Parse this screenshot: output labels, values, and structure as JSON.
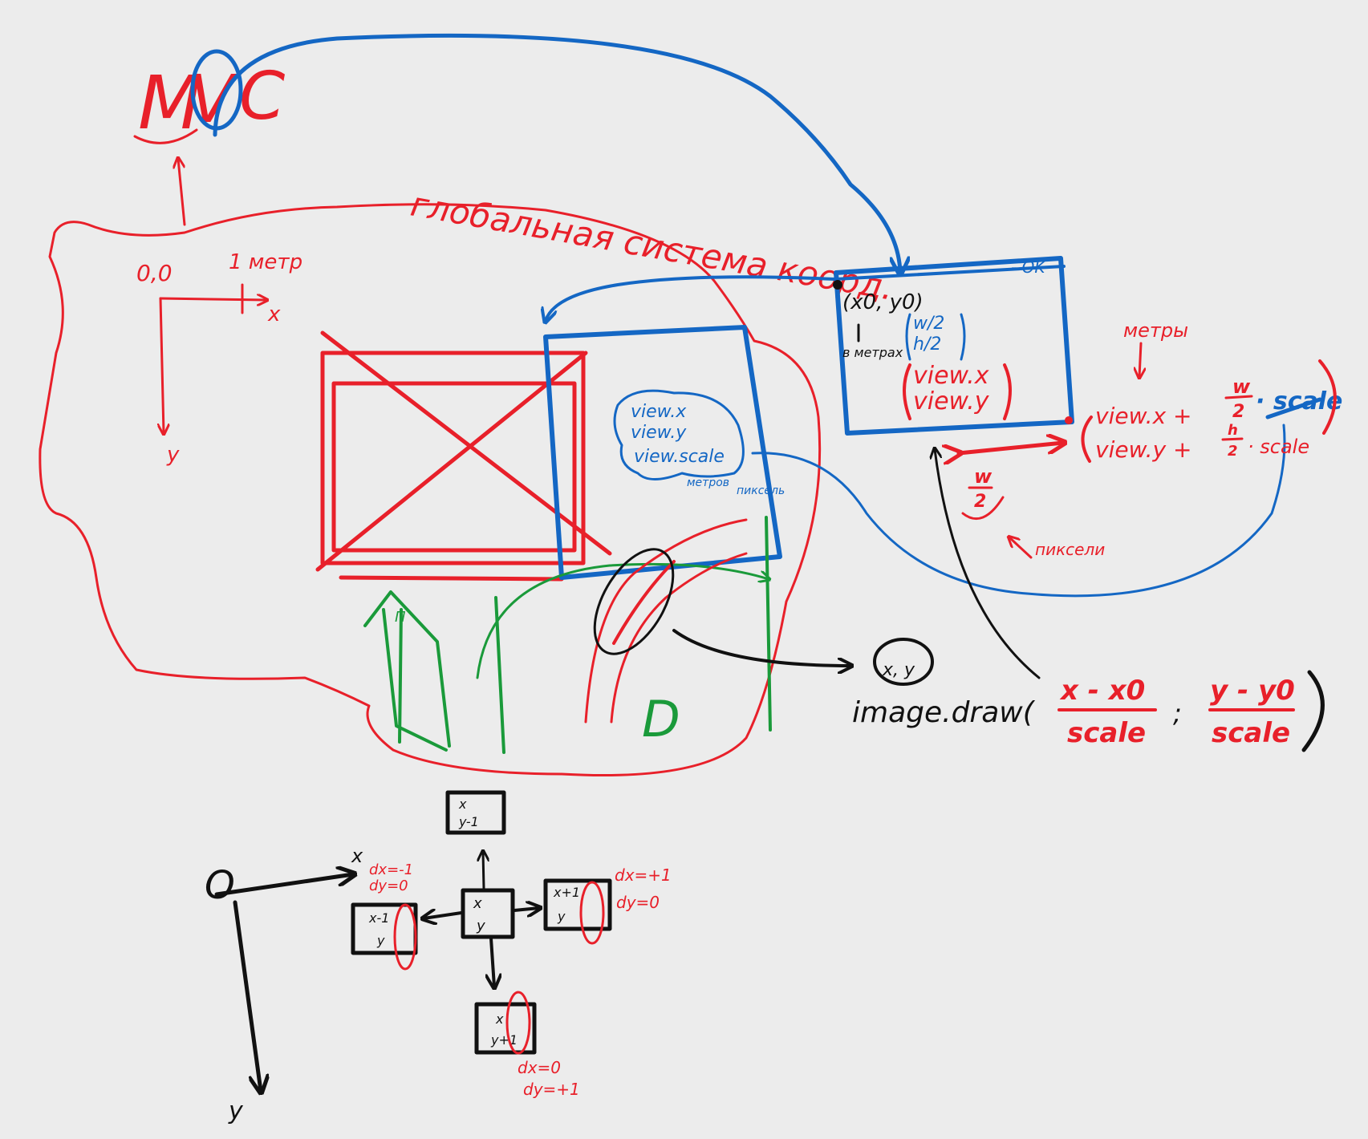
{
  "mvc": {
    "m": "M",
    "v": "V",
    "c": "C"
  },
  "global": {
    "title": "глобальная система коорд.",
    "origin": "0,0",
    "x_unit": "1 метр",
    "x_axis": "x",
    "y_axis": "y"
  },
  "window": {
    "controls": "- OK",
    "origin": "(x0, y0)",
    "origin_note": "в метрах",
    "half_size_top": "w/2",
    "half_size_bottom": "h/2",
    "view_x": "view.x",
    "view_y": "view.y"
  },
  "formula": {
    "meters_label": "метры",
    "line1_prefix": "view.x +",
    "line1_num": "w",
    "line1_den": "2",
    "line1_suffix": "· scale",
    "line2_prefix": "view.y +",
    "line2_num": "h",
    "line2_den": "2",
    "line2_suffix": "· scale",
    "half_w_num": "w",
    "half_w_den": "2",
    "pixels_label": "пиксели"
  },
  "view_cloud": {
    "line1": "view.x",
    "line2": "view.y",
    "line3": "view.scale",
    "note_meters": "метров",
    "note_pixels": "пиксель"
  },
  "draw_call": {
    "func": "image.draw(",
    "num1": "x - x0",
    "den1": "scale",
    "sep": ";",
    "num2": "y - y0",
    "den2": "scale",
    "close": ")",
    "tile": "x, y"
  },
  "scene": {
    "d_letter": "D",
    "house_label": "П"
  },
  "grid": {
    "origin": "O",
    "x_axis": "x",
    "y_axis": "y",
    "center": {
      "x": "x",
      "y": "y"
    },
    "top": {
      "x": "x",
      "y": "y-1"
    },
    "left": {
      "x": "x-1",
      "y": "y"
    },
    "right": {
      "x": "x+1",
      "y": "y"
    },
    "bottom": {
      "x": "x",
      "y": "y+1"
    },
    "left_delta": {
      "dx": "dx=-1",
      "dy": "dy=0"
    },
    "right_delta": {
      "dx": "dx=+1",
      "dy": "dy=0"
    },
    "bottom_delta": {
      "dx": "dx=0",
      "dy": "dy=+1"
    }
  }
}
